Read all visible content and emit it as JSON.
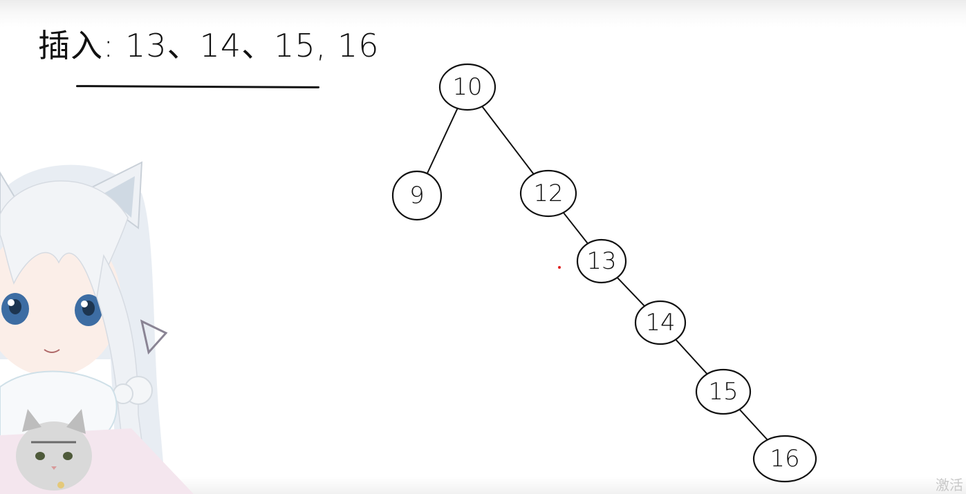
{
  "heading": "插入: 13、14、15, 16",
  "tree": {
    "nodes": [
      {
        "id": "n10",
        "label": "10"
      },
      {
        "id": "n9",
        "label": "9"
      },
      {
        "id": "n12",
        "label": "12"
      },
      {
        "id": "n13",
        "label": "13"
      },
      {
        "id": "n14",
        "label": "14"
      },
      {
        "id": "n15",
        "label": "15"
      },
      {
        "id": "n16",
        "label": "16"
      }
    ],
    "edges": [
      {
        "from": "n10",
        "to": "n9"
      },
      {
        "from": "n10",
        "to": "n12"
      },
      {
        "from": "n12",
        "to": "n13"
      },
      {
        "from": "n13",
        "to": "n14"
      },
      {
        "from": "n14",
        "to": "n15"
      },
      {
        "from": "n15",
        "to": "n16"
      }
    ]
  },
  "watermark": "激活"
}
